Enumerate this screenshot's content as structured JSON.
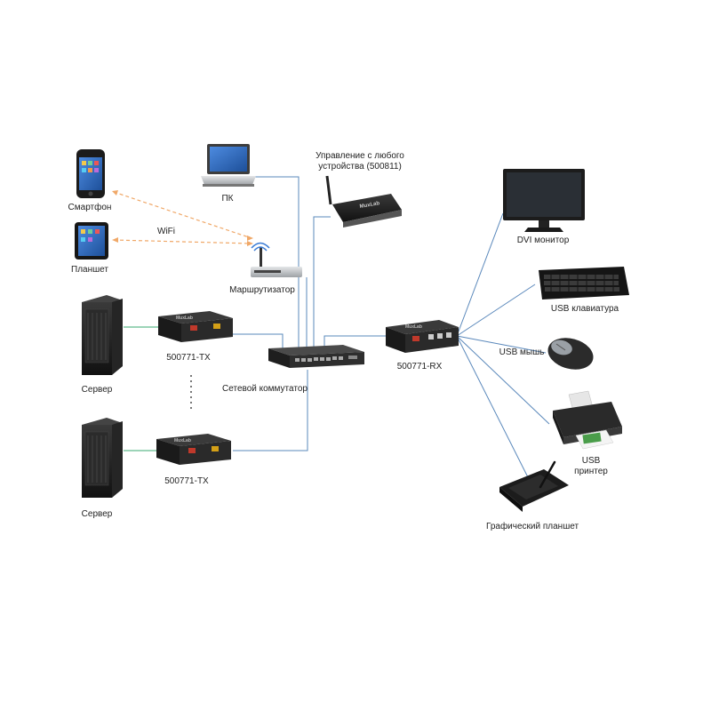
{
  "labels": {
    "smartphone": "Смартфон",
    "tablet": "Планшет",
    "wifi": "WiFi",
    "pc": "ПК",
    "control": "Управление с любого устройства (500811)",
    "router": "Маршрутизатор",
    "server1": "Сервер",
    "server2": "Сервер",
    "tx1": "500771-TX",
    "tx2": "500771-TX",
    "switch": "Сетевой коммутатор",
    "rx": "500771-RX",
    "dvi_monitor": "DVI монитор",
    "usb_keyboard": "USB клавиатура",
    "usb_mouse": "USB мышь",
    "usb_printer": "USB принтер",
    "graphics_tablet": "Графический планшет"
  },
  "logos": {
    "brand": "MuxLab"
  },
  "colors": {
    "network_line": "#5a88bb",
    "server_link": "#3aa872",
    "wifi_line": "#f0a868",
    "device_dark": "#1c1c1c",
    "screen_blue": "#2f6fc4"
  }
}
